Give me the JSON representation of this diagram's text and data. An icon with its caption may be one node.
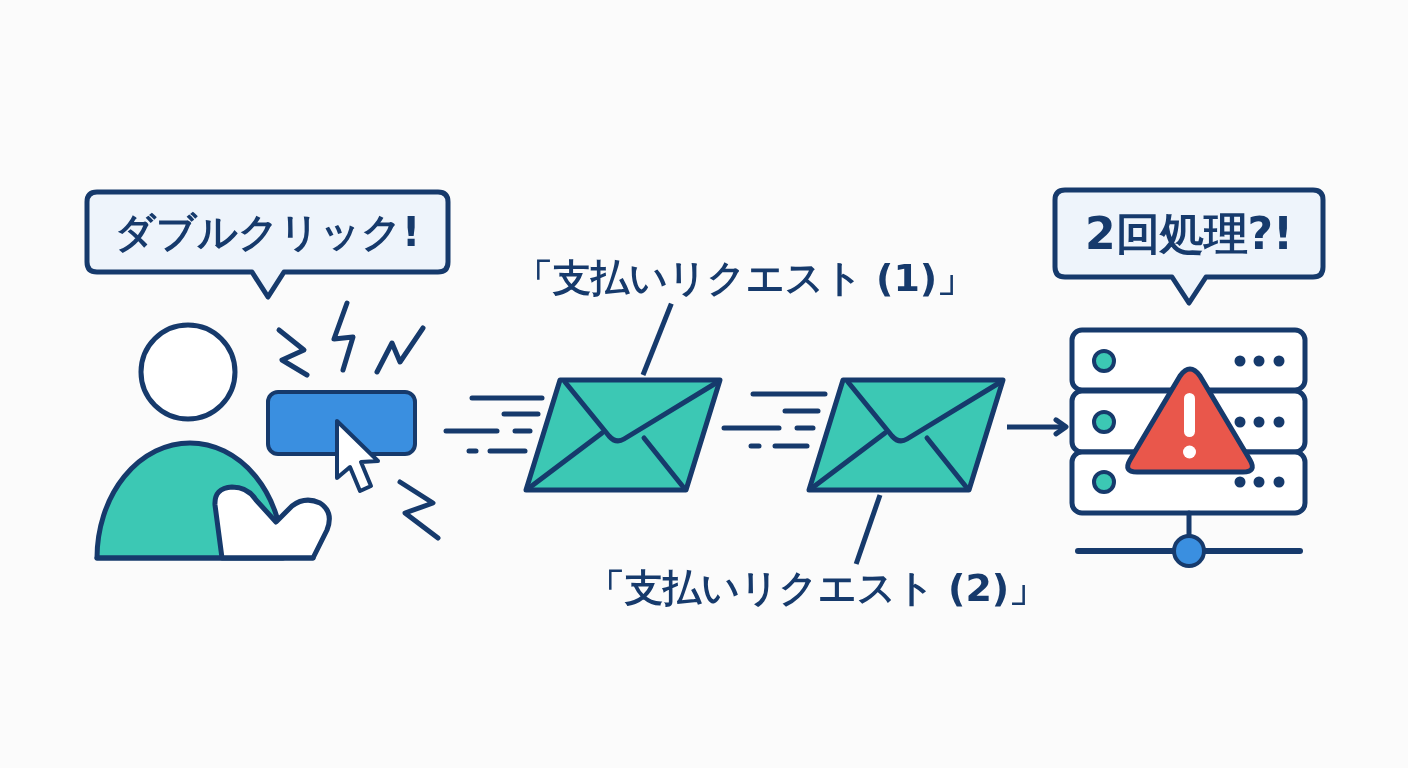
{
  "diagram": {
    "nodes": [
      {
        "text": [
          "ダブルクリック!"
        ]
      },
      {
        "text": [],
        "shape": "picture"
      },
      {
        "text": [
          "「支払いリクエスト (1)」"
        ]
      },
      {
        "text": [],
        "shape": "picture"
      },
      {
        "text": [],
        "shape": "picture"
      },
      {
        "text": [
          "「支払いリクエスト (2)」"
        ]
      },
      {
        "text": [
          "2回処理?!"
        ]
      },
      {
        "text": [],
        "shape": "picture"
      }
    ],
    "edges": [
      {
        "from": 2,
        "to": 3,
        "arrow": "none"
      },
      {
        "from": 5,
        "to": 4,
        "arrow": "none"
      },
      {
        "from": 4,
        "to": 7,
        "arrow": "to"
      }
    ]
  }
}
